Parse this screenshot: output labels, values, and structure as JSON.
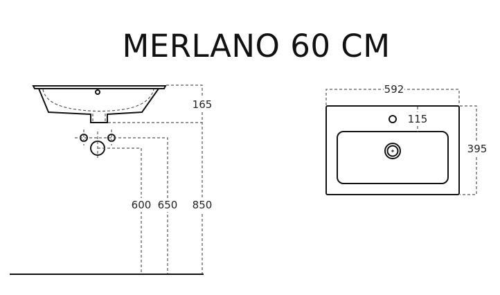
{
  "title": "MERLANO 60 CM",
  "side_view": {
    "dimensions": {
      "basin_depth": "165",
      "drain_height": "600",
      "supply_height": "650",
      "total_height": "850"
    }
  },
  "top_view": {
    "dimensions": {
      "width": "592",
      "depth": "395",
      "tap_offset": "115"
    }
  }
}
